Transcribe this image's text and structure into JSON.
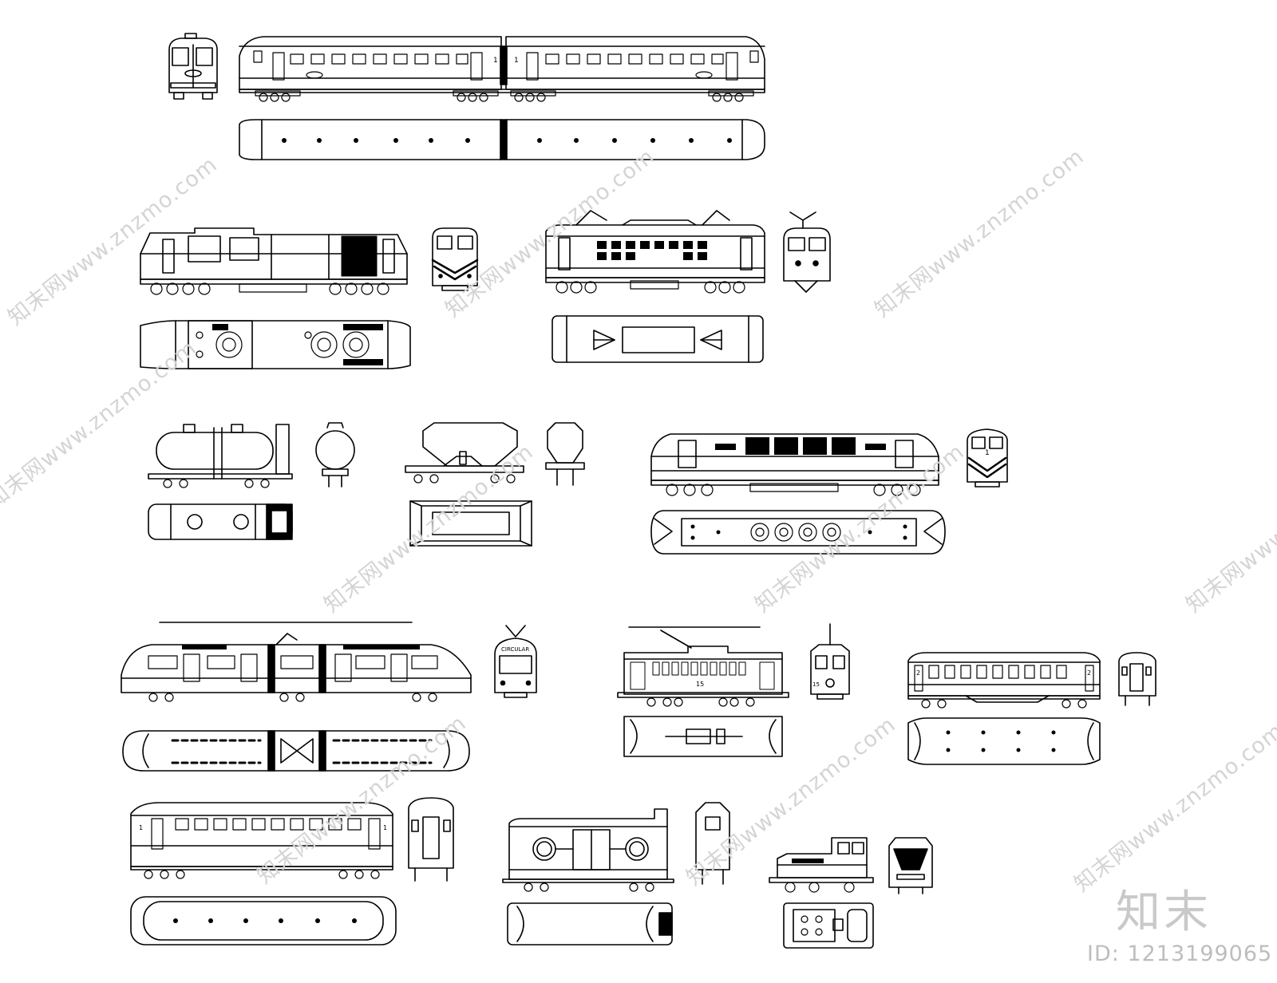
{
  "watermark_text": "知末网www.znzmo.com",
  "logo_text": "知末",
  "image_id": "ID: 1213199065",
  "labels": {
    "emu_car_1": "1",
    "emu_car_2": "1",
    "tram_route": "CIRCULAR",
    "streetcar_no": "15",
    "streetcar_front_no": "15",
    "coach_2_left": "2",
    "coach_2_right": "2",
    "coach_1_left": "1",
    "coach_1_right": "1",
    "diesel_front_no": "1"
  }
}
